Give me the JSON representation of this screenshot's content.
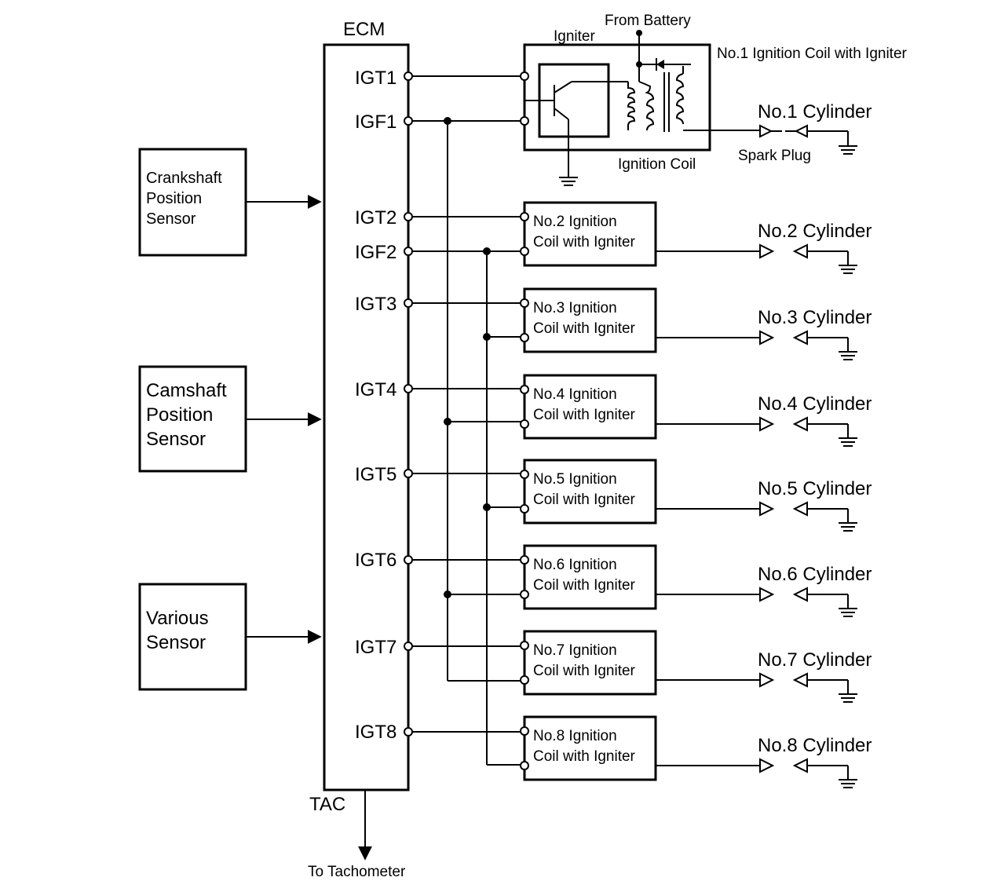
{
  "ecm": {
    "title": "ECM",
    "igt_pins": [
      "IGT1",
      "IGT2",
      "IGT3",
      "IGT4",
      "IGT5",
      "IGT6",
      "IGT7",
      "IGT8"
    ],
    "igf_pins": [
      "IGF1",
      "IGF2"
    ],
    "tac_label": "TAC",
    "tachometer_label": "To Tachometer"
  },
  "sensors": [
    {
      "lines": [
        "Crankshaft",
        "Position",
        "Sensor"
      ]
    },
    {
      "lines": [
        "Camshaft",
        "Position",
        "Sensor"
      ]
    },
    {
      "lines": [
        "Various",
        "Sensor"
      ]
    }
  ],
  "coil1": {
    "title": "No.1 Ignition Coil with Igniter",
    "igniter_label": "Igniter",
    "battery_label": "From Battery",
    "coil_label": "Ignition Coil",
    "spark_plug_label": "Spark Plug"
  },
  "coils": [
    {
      "line1": "No.2 Ignition",
      "line2": "Coil with Igniter"
    },
    {
      "line1": "No.3 Ignition",
      "line2": "Coil with Igniter"
    },
    {
      "line1": "No.4 Ignition",
      "line2": "Coil with Igniter"
    },
    {
      "line1": "No.5 Ignition",
      "line2": "Coil with Igniter"
    },
    {
      "line1": "No.6 Ignition",
      "line2": "Coil with Igniter"
    },
    {
      "line1": "No.7 Ignition",
      "line2": "Coil with Igniter"
    },
    {
      "line1": "No.8 Ignition",
      "line2": "Coil with Igniter"
    }
  ],
  "cylinders": [
    "No.1 Cylinder",
    "No.2 Cylinder",
    "No.3 Cylinder",
    "No.4 Cylinder",
    "No.5 Cylinder",
    "No.6 Cylinder",
    "No.7 Cylinder",
    "No.8 Cylinder"
  ]
}
